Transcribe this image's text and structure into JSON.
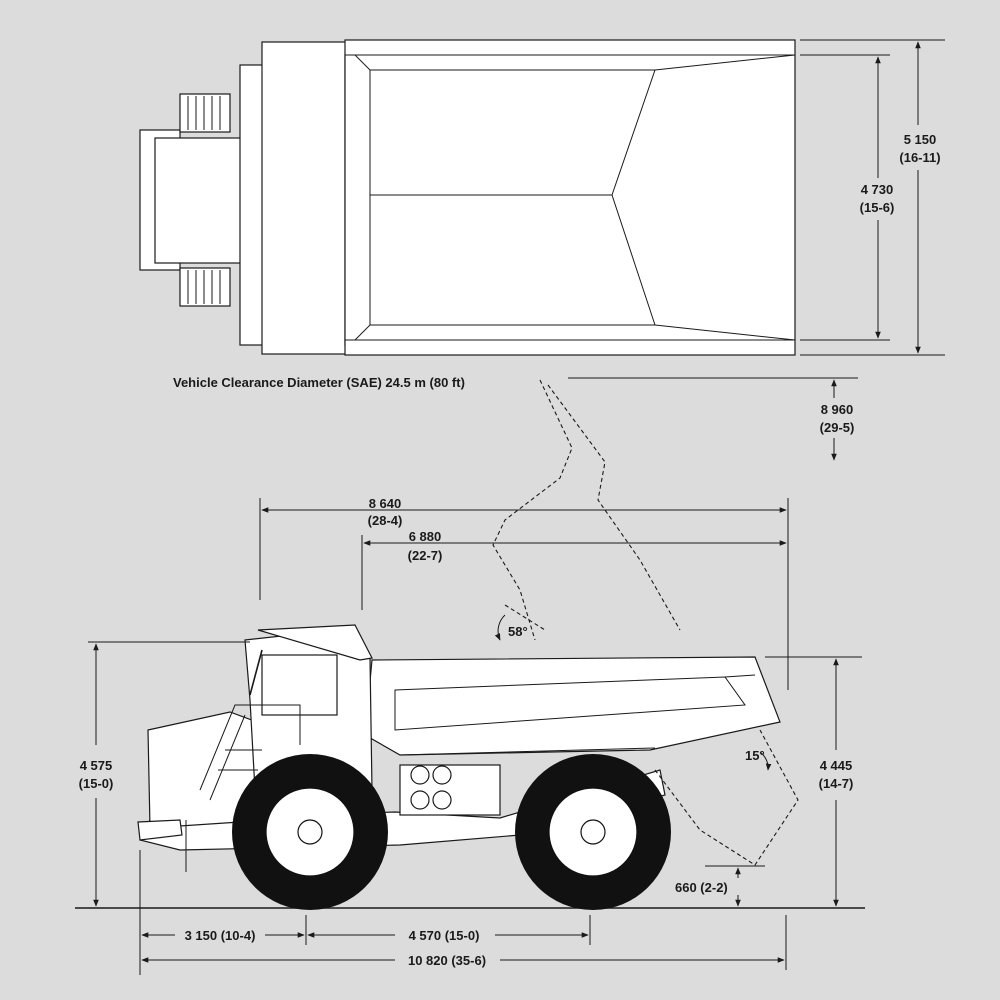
{
  "clearance": "Vehicle Clearance Diameter (SAE) 24.5 m (80 ft)",
  "dimensions": {
    "overall_width": {
      "mm": "5 150",
      "ft": "(16-11)"
    },
    "body_width": {
      "mm": "4 730",
      "ft": "(15-6)"
    },
    "turning": {
      "mm": "8 960",
      "ft": "(29-5)"
    },
    "length_to_cab": {
      "mm": "8 640",
      "ft": "(28-4)"
    },
    "body_length": {
      "mm": "6 880",
      "ft": "(22-7)"
    },
    "dump_angle": "58°",
    "overall_height": {
      "mm": "4 575",
      "ft": "(15-0)"
    },
    "body_height": {
      "mm": "4 445",
      "ft": "(14-7)"
    },
    "tail_angle": "15°",
    "ground_clearance": "660 (2-2)",
    "front_overhang": "3 150 (10-4)",
    "wheelbase": "4 570 (15-0)",
    "overall_length": "10 820 (35-6)"
  }
}
